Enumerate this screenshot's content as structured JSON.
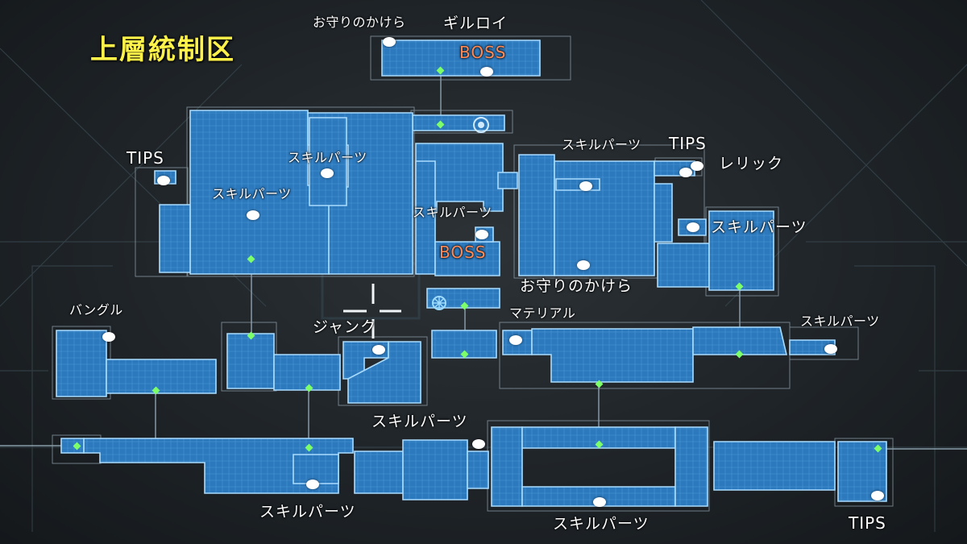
{
  "area_title": "上層統制区",
  "labels": {
    "omamori_top": "お守りのかけら",
    "gilroi": "ギルロイ",
    "boss_top": "BOSS",
    "tips_left": "TIPS",
    "skill_center": "スキルパーツ",
    "skill_left": "スキルパーツ",
    "skill_mid": "スキルパーツ",
    "boss_mid": "BOSS",
    "skill_right_top": "スキルパーツ",
    "tips_right": "TIPS",
    "relic": "レリック",
    "skill_right": "スキルパーツ",
    "omamori_mid": "お守りのかけら",
    "bangle": "バングル",
    "junk": "ジャンク",
    "material": "マテリアル",
    "skill_far_right": "スキルパーツ",
    "skill_bottom_center": "スキルパーツ",
    "skill_bottom_left": "スキルパーツ",
    "skill_bottom": "スキルパーツ",
    "tips_bottom": "TIPS"
  },
  "colors": {
    "title": "#fff34a",
    "boss": "#ff8a55",
    "room_fill": "#2a74b8",
    "room_edge": "#9fd4ff",
    "node": "#7dff6a",
    "item_dot": "#ffffff"
  },
  "icons": [
    "item-marker-icon",
    "save-point-icon",
    "waypoint-node-icon",
    "center-crosshair-icon"
  ]
}
